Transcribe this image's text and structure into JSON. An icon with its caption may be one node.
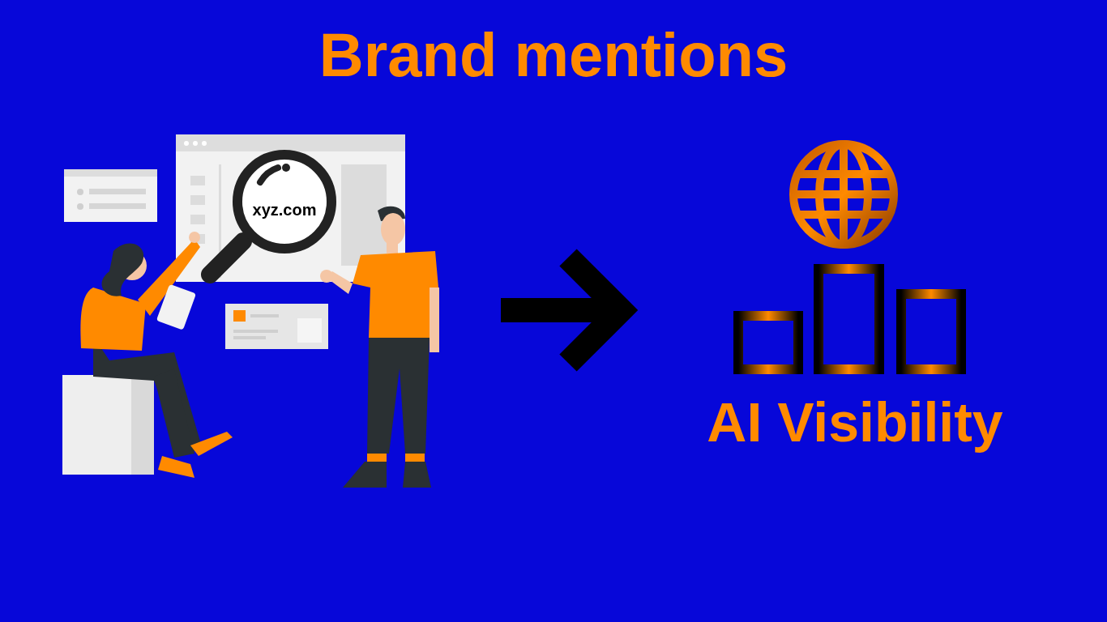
{
  "diagram": {
    "title": "Brand mentions",
    "nodes": [
      {
        "text": [
          "xyz.com"
        ]
      },
      {
        "text": [
          "AI Visibility"
        ]
      }
    ],
    "edges": [
      {
        "from": 0,
        "to": 1,
        "arrow": "to"
      }
    ]
  }
}
